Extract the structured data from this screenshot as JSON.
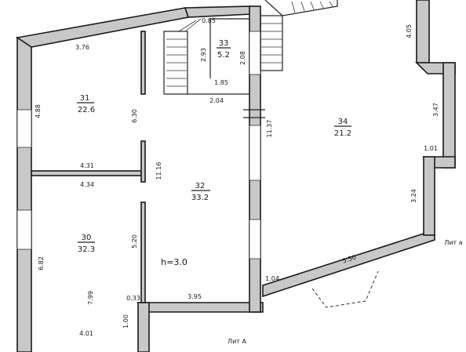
{
  "rooms": [
    {
      "id": "31",
      "area": "22.6"
    },
    {
      "id": "32",
      "area": "33.2"
    },
    {
      "id": "33",
      "area": "5.2"
    },
    {
      "id": "34",
      "area": "21.2"
    },
    {
      "id": "30",
      "area": "32.3"
    }
  ],
  "dimensions": {
    "d_376": "3.76",
    "d_085": "0.85",
    "d_293": "2.93",
    "d_208": "2.08",
    "d_185": "1.85",
    "d_204": "2.04",
    "d_488": "4.88",
    "d_630": "6.30",
    "d_1137": "11.37",
    "d_431": "4.31",
    "d_434": "4.34",
    "d_1116": "11.16",
    "d_520": "5.20",
    "d_682": "6.82",
    "d_799": "7.99",
    "d_033": "0.33",
    "d_395": "3.95",
    "d_100": "1.00",
    "d_401": "4.01",
    "d_405": "4.05",
    "d_347": "3.47",
    "d_101": "1.01",
    "d_324": "3.24",
    "d_550": "5.50",
    "d_104": "1.04"
  },
  "labels": {
    "height": "h=3.0",
    "lit_a_upper": "Лит А",
    "lit_a_lower": "Лит а"
  }
}
